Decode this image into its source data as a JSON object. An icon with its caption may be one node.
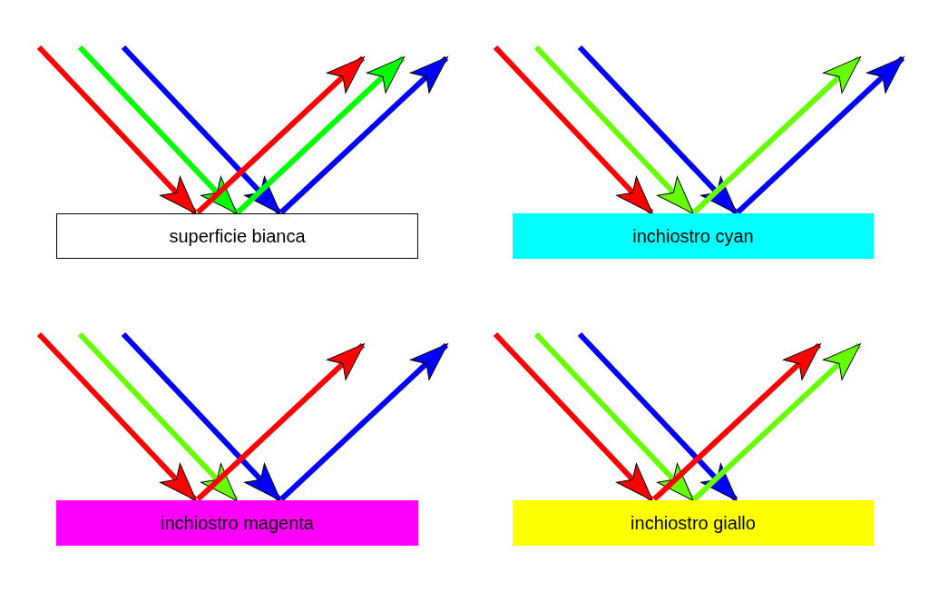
{
  "diagram": {
    "nodes": [
      {
        "text": [
          "superficie bianca"
        ]
      },
      {
        "text": [
          "inchiostro cyan"
        ]
      },
      {
        "text": [
          "inchiostro magenta"
        ]
      },
      {
        "text": [
          "inchiostro giallo"
        ]
      }
    ],
    "edges": [
      {
        "from": null,
        "to": 0,
        "arrow": "to",
        "color": "#ff0000"
      },
      {
        "from": null,
        "to": 0,
        "arrow": "to",
        "color": "#00ff00"
      },
      {
        "from": null,
        "to": 0,
        "arrow": "to",
        "color": "#0000ff"
      },
      {
        "from": 0,
        "to": null,
        "arrow": "to",
        "color": "#ff0000"
      },
      {
        "from": 0,
        "to": null,
        "arrow": "to",
        "color": "#00ff00"
      },
      {
        "from": 0,
        "to": null,
        "arrow": "to",
        "color": "#0000ff"
      },
      {
        "from": null,
        "to": 1,
        "arrow": "to",
        "color": "#ff0000"
      },
      {
        "from": null,
        "to": 1,
        "arrow": "to",
        "color": "#66ff00"
      },
      {
        "from": null,
        "to": 1,
        "arrow": "to",
        "color": "#0000ff"
      },
      {
        "from": 1,
        "to": null,
        "arrow": "to",
        "color": "#66ff00"
      },
      {
        "from": 1,
        "to": null,
        "arrow": "to",
        "color": "#0000ff"
      },
      {
        "from": null,
        "to": 2,
        "arrow": "to",
        "color": "#ff0000"
      },
      {
        "from": null,
        "to": 2,
        "arrow": "to",
        "color": "#66ff00"
      },
      {
        "from": null,
        "to": 2,
        "arrow": "to",
        "color": "#0000ff"
      },
      {
        "from": 2,
        "to": null,
        "arrow": "to",
        "color": "#ff0000"
      },
      {
        "from": 2,
        "to": null,
        "arrow": "to",
        "color": "#0000ff"
      },
      {
        "from": null,
        "to": 3,
        "arrow": "to",
        "color": "#ff0000"
      },
      {
        "from": null,
        "to": 3,
        "arrow": "to",
        "color": "#66ff00"
      },
      {
        "from": null,
        "to": 3,
        "arrow": "to",
        "color": "#0000ff"
      },
      {
        "from": 3,
        "to": null,
        "arrow": "to",
        "color": "#ff0000"
      },
      {
        "from": 3,
        "to": null,
        "arrow": "to",
        "color": "#66ff00"
      }
    ]
  }
}
